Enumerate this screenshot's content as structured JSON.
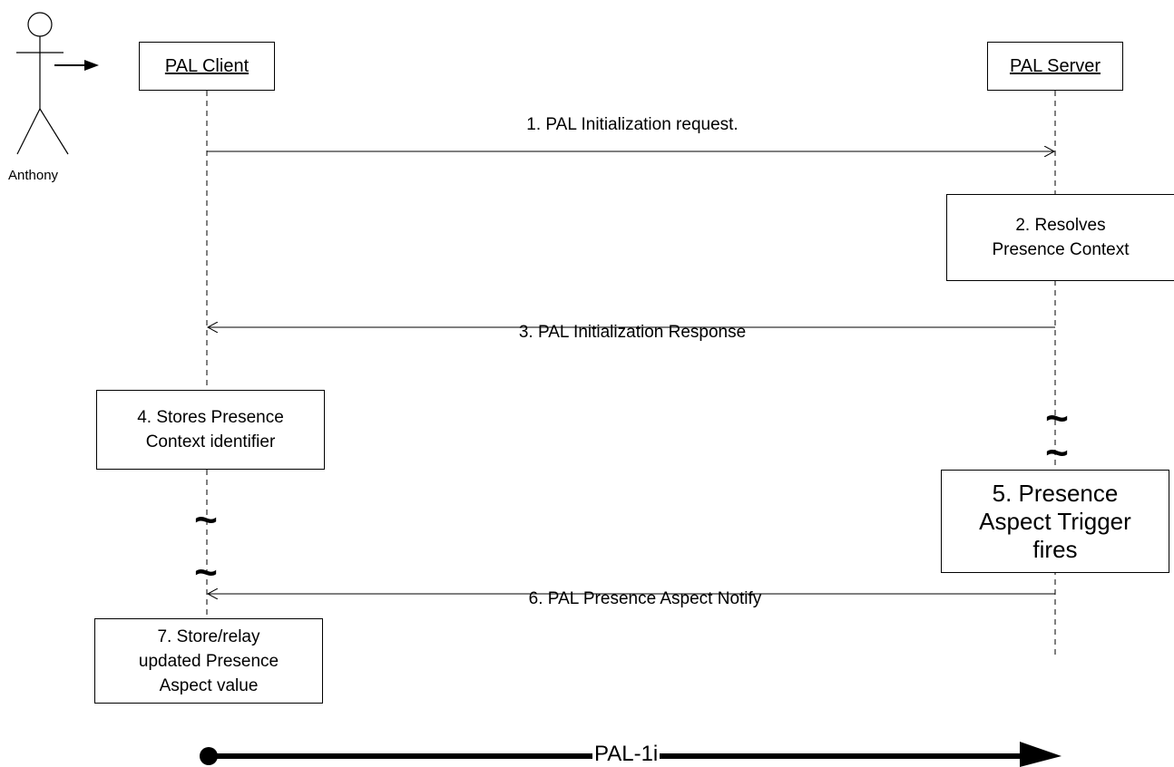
{
  "actor": {
    "name": "Anthony"
  },
  "participants": {
    "client": "PAL Client",
    "server": "PAL Server"
  },
  "messages": {
    "m1": "1. PAL Initialization request.",
    "m3": "3. PAL Initialization Response",
    "m6": "6. PAL Presence Aspect Notify"
  },
  "notes": {
    "n2": "2. Resolves\nPresence Context",
    "n4": "4. Stores Presence\nContext identifier",
    "n5": "5. Presence\nAspect Trigger\nfires",
    "n7": "7. Store/relay\nupdated Presence\nAspect value"
  },
  "break_symbol": "~",
  "footer": {
    "label": "PAL-1i"
  }
}
